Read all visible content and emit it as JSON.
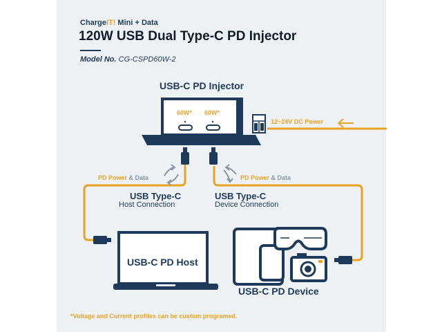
{
  "header": {
    "brand_prefix": "Charge",
    "brand_highlight": "IT!",
    "brand_suffix": " Mini + Data",
    "title": "120W USB Dual Type-C PD Injector",
    "model_label": "Model No.",
    "model_value": "CG-CSPD60W-2"
  },
  "injector": {
    "label": "USB-C PD Injector",
    "port1": "60W*",
    "port2": "60W*",
    "dc_power": "12~24V DC Power"
  },
  "left_flow": {
    "label_a": "PD Power",
    "label_b": " & Data"
  },
  "right_flow": {
    "label_a": "PD Power",
    "label_b": " & Data"
  },
  "host_connection": {
    "title": "USB Type-C",
    "subtitle": "Host Connection"
  },
  "device_connection": {
    "title": "USB Type-C",
    "subtitle": "Device Connection"
  },
  "host": {
    "label": "USB-C PD Host"
  },
  "device": {
    "label": "USB-C PD Device"
  },
  "footnote": "*Voltage and Current profiles can be custom programed.",
  "colors": {
    "navy": "#1e3a5a",
    "gold": "#e8a323",
    "panel": "#eef2f5",
    "grey": "#8a96a3"
  }
}
